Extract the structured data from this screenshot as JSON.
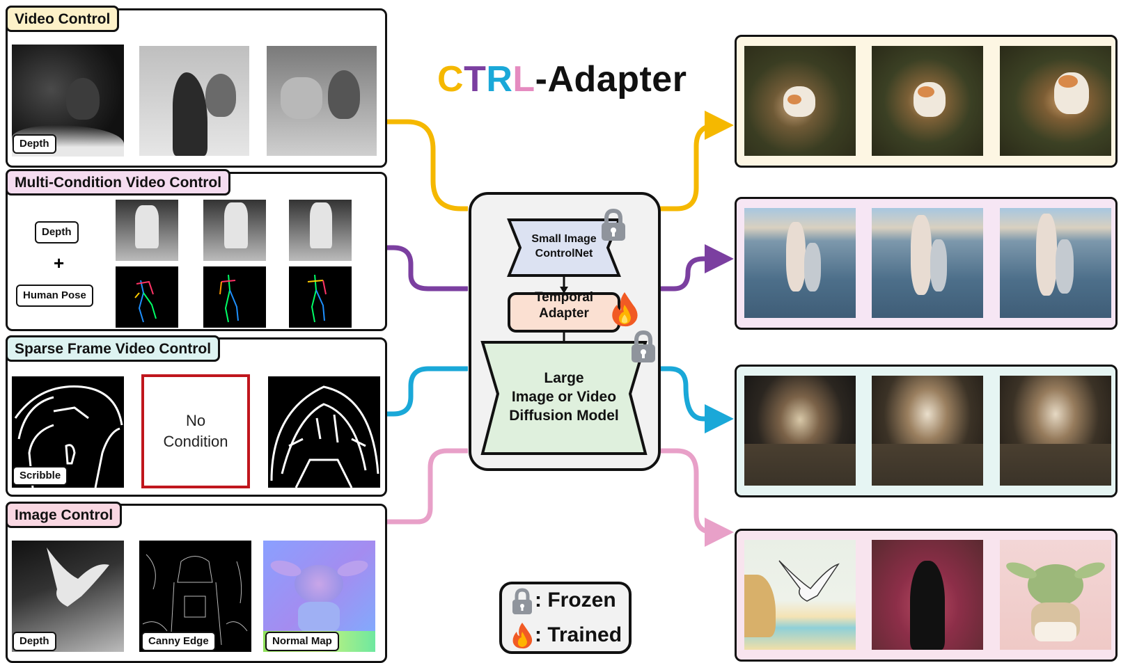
{
  "title": {
    "c": "C",
    "t": "T",
    "r": "R",
    "l": "L",
    "rest": "-Adapter",
    "colors": {
      "c": "#f5b800",
      "t": "#7b3fa0",
      "r": "#1aa8d8",
      "l": "#e58bc0",
      "rest": "#111111"
    }
  },
  "panels": {
    "video_control": {
      "title": "Video Control",
      "tag": "Depth"
    },
    "multi_condition": {
      "title": "Multi-Condition Video Control",
      "tag_depth": "Depth",
      "plus": "+",
      "tag_pose": "Human Pose"
    },
    "sparse_frame": {
      "title": "Sparse Frame Video Control",
      "tag": "Scribble",
      "no_condition": "No\nCondition"
    },
    "image_control": {
      "title": "Image Control",
      "tag_depth": "Depth",
      "tag_canny": "Canny Edge",
      "tag_normal": "Normal Map"
    }
  },
  "center": {
    "controlnet": "Small Image\nControlNet",
    "temporal": "Temporal\nAdapter",
    "diffusion": "Large\nImage or Video\nDiffusion Model"
  },
  "legend": {
    "frozen": ": Frozen",
    "trained": ": Trained"
  },
  "icons": [
    "lock-icon",
    "fire-icon",
    "arrow-icon"
  ],
  "colors": {
    "yellow": "#f5b800",
    "purple": "#7b3fa0",
    "blue": "#1aa8d8",
    "pink": "#e8a0c8",
    "title_yellow": "#fdf1c8",
    "title_pink": "#f5dcf0",
    "title_cyan": "#ddf3f1",
    "title_rose": "#f9d7e2",
    "out_yellow": "#fdf6e3",
    "out_pink": "#f6e6f4",
    "out_cyan": "#e6f5f3",
    "out_rose": "#f8e4ee"
  }
}
